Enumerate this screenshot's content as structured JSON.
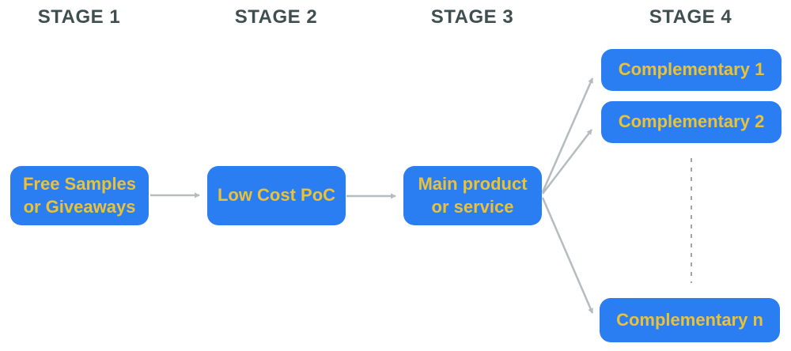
{
  "stages": [
    {
      "label": "STAGE 1"
    },
    {
      "label": "STAGE 2"
    },
    {
      "label": "STAGE 3"
    },
    {
      "label": "STAGE 4"
    }
  ],
  "nodes": {
    "stage1": {
      "label": "Free Samples or Giveaways"
    },
    "stage2": {
      "label": "Low Cost PoC"
    },
    "stage3": {
      "label": "Main product or service"
    },
    "complementary1": {
      "label": "Complementary 1"
    },
    "complementary2": {
      "label": "Complementary 2"
    },
    "complementaryN": {
      "label": "Complementary n"
    }
  },
  "colors": {
    "background": "#ffffff",
    "node_fill": "#2b7df2",
    "node_text": "#e9c237",
    "stage_label_text": "#3f4e4e",
    "arrow": "#b5bcbf",
    "dashed_line": "#9fa4a7"
  }
}
